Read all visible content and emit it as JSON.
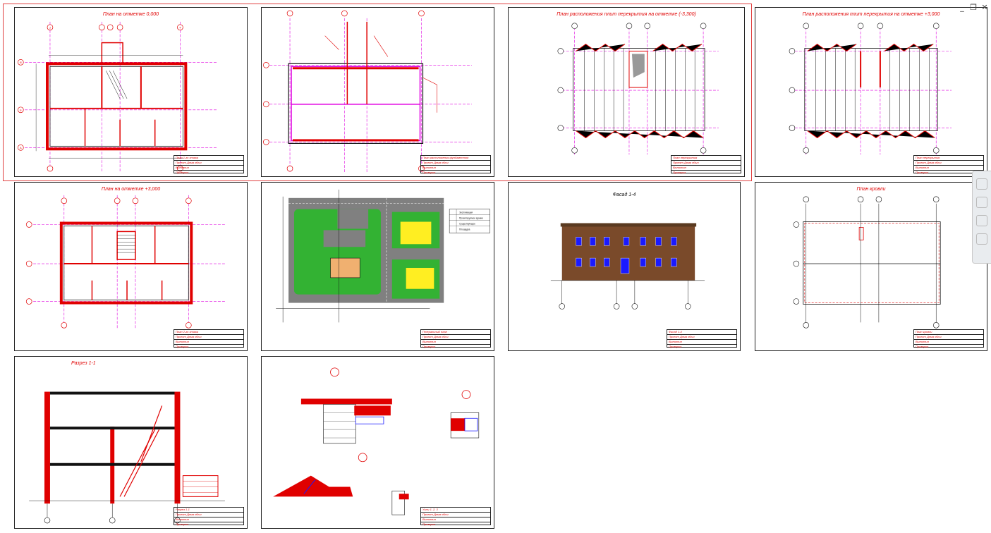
{
  "window_controls": {
    "minimize": "_",
    "restore": "❐",
    "close": "✕"
  },
  "sheets": [
    {
      "title": "План на отметке 0,000",
      "stamp": [
        "План 1-го этажа",
        "Проект Дома обыч",
        "Выполнил",
        "Проверил"
      ]
    },
    {
      "title": "",
      "stamp": [
        "План расположения фундаментов",
        "Проект Дома обыч",
        "Выполнил",
        "Проверил"
      ]
    },
    {
      "title": "План расположения плит перекрытия на отметке (-3,300)",
      "stamp": [
        "План перекрытия",
        "Проект Дома обыч",
        "Выполнил",
        "Проверил"
      ]
    },
    {
      "title": "План расположения плит перекрытия на отметке +3,000",
      "stamp": [
        "План перекрытия",
        "Проект Дома обыч",
        "Выполнил",
        "Проверил"
      ]
    },
    {
      "title": "План на отметке +3,000",
      "stamp": [
        "План 2-го этажа",
        "Проект Дома обыч",
        "Выполнил",
        "Проверил"
      ]
    },
    {
      "title": "",
      "stamp": [
        "Генеральный план",
        "Проект Дома обыч",
        "Выполнил",
        "Проверил"
      ]
    },
    {
      "title": "Фасад 1-4",
      "stamp": [
        "Фасад 1-4",
        "Проект Дома обыч",
        "Выполнил",
        "Проверил"
      ]
    },
    {
      "title": "План кровли",
      "stamp": [
        "План кровли",
        "Проект Дома обыч",
        "Выполнил",
        "Проверил"
      ]
    },
    {
      "title": "Разрез 1-1",
      "stamp": [
        "Разрез 1-1",
        "Проект Дома обыч",
        "Выполнил",
        "Проверил"
      ]
    },
    {
      "title": "",
      "stamp": [
        "Узлы 1, 2, 3",
        "Проект Дома обыч",
        "Выполнил",
        "Проверил"
      ]
    }
  ],
  "axis_labels": {
    "a": "А",
    "b": "Б",
    "c": "В",
    "n1": "1",
    "n2": "2",
    "n3": "3",
    "n4": "4"
  },
  "site_plan_legend": [
    "Экспликация",
    "Проектируемое здание",
    "Существующее",
    "Площадка"
  ],
  "colors": {
    "red": "#e00000",
    "magenta": "#e000e0",
    "grass": "#33b233",
    "asphalt": "#808080",
    "brick": "#7a4a2a",
    "window": "#1a1aff",
    "yellow": "#ffee22",
    "building": "#f0b070"
  }
}
